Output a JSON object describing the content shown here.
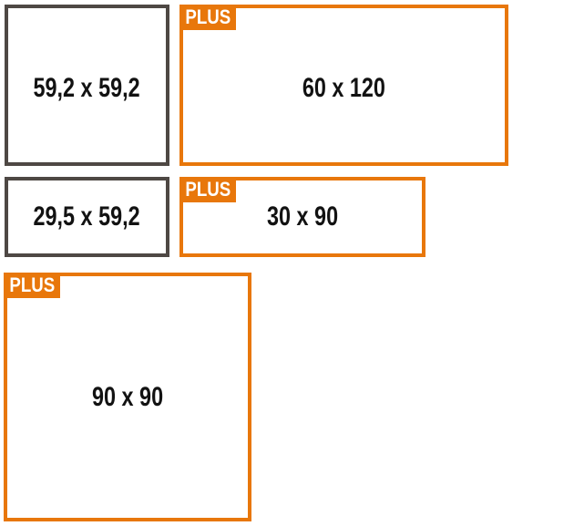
{
  "colors": {
    "accent": "#E8770B",
    "neutral": "#4E4844",
    "label": "#121212",
    "badge_text": "#FFFFFF"
  },
  "badge": {
    "label": "PLUS"
  },
  "tiles": [
    {
      "size": "59,2 x 59,2",
      "plus": false
    },
    {
      "size": "60 x 120",
      "plus": true
    },
    {
      "size": "29,5 x 59,2",
      "plus": false
    },
    {
      "size": "30 x 90",
      "plus": true
    },
    {
      "size": "90 x 90",
      "plus": true
    }
  ]
}
